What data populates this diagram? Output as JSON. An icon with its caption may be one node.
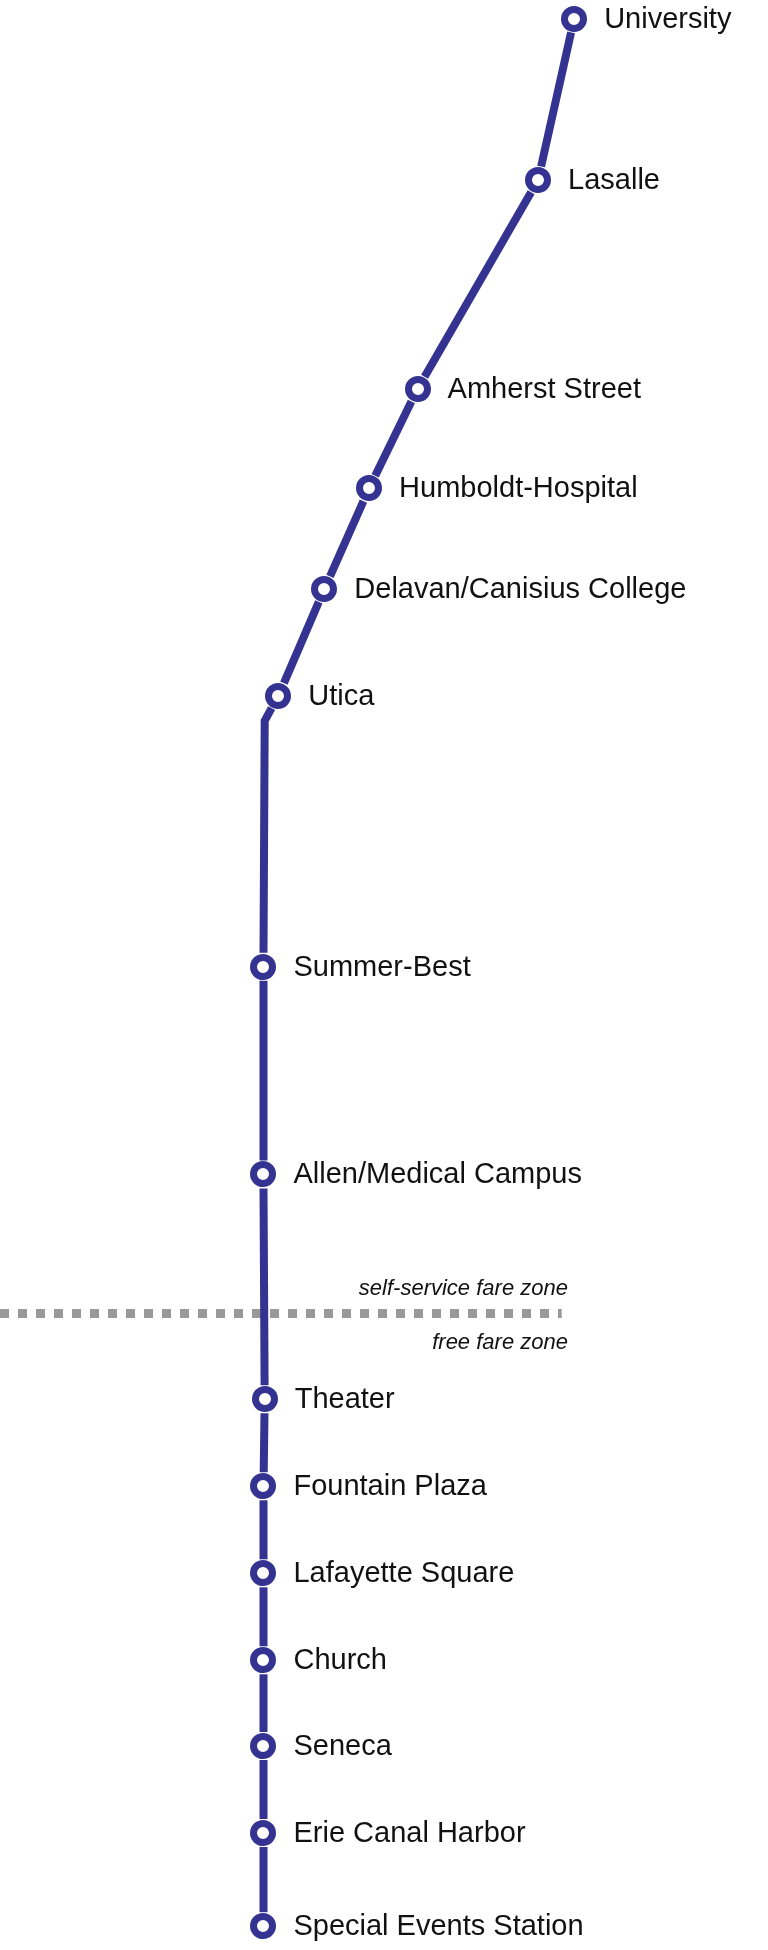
{
  "diagram": {
    "nodes": [
      {
        "text": [],
        "shape": "circle",
        "beside": [
          "University"
        ]
      },
      {
        "text": [],
        "shape": "circle",
        "beside": [
          "Lasalle"
        ]
      },
      {
        "text": [],
        "shape": "circle",
        "beside": [
          "Amherst Street"
        ]
      },
      {
        "text": [],
        "shape": "circle",
        "beside": [
          "Humboldt-Hospital"
        ]
      },
      {
        "text": [],
        "shape": "circle",
        "beside": [
          "Delavan/Canisius College"
        ]
      },
      {
        "text": [],
        "shape": "circle",
        "beside": [
          "Utica"
        ]
      },
      {
        "text": [],
        "shape": "circle",
        "beside": [
          "Summer-Best"
        ]
      },
      {
        "text": [],
        "shape": "circle",
        "beside": [
          "Allen/Medical Campus"
        ]
      },
      {
        "text": [],
        "shape": "circle",
        "beside": [
          "Theater"
        ]
      },
      {
        "text": [],
        "shape": "circle",
        "beside": [
          "Fountain Plaza"
        ]
      },
      {
        "text": [],
        "shape": "circle",
        "beside": [
          "Lafayette Square"
        ]
      },
      {
        "text": [],
        "shape": "circle",
        "beside": [
          "Church"
        ]
      },
      {
        "text": [],
        "shape": "circle",
        "beside": [
          "Seneca"
        ]
      },
      {
        "text": [],
        "shape": "circle",
        "beside": [
          "Erie Canal Harbor"
        ]
      },
      {
        "text": [],
        "shape": "circle",
        "beside": [
          "Special Events Station"
        ]
      }
    ],
    "edges": [
      {
        "from": 0,
        "to": 1,
        "arrow": "none"
      },
      {
        "from": 1,
        "to": 2,
        "arrow": "none"
      },
      {
        "from": 2,
        "to": 3,
        "arrow": "none"
      },
      {
        "from": 3,
        "to": 4,
        "arrow": "none"
      },
      {
        "from": 4,
        "to": 5,
        "arrow": "none"
      },
      {
        "from": 5,
        "to": 6,
        "arrow": "none"
      },
      {
        "from": 6,
        "to": 7,
        "arrow": "none"
      },
      {
        "from": 7,
        "to": 8,
        "arrow": "none"
      },
      {
        "from": 8,
        "to": 9,
        "arrow": "none"
      },
      {
        "from": 9,
        "to": 10,
        "arrow": "none"
      },
      {
        "from": 10,
        "to": 11,
        "arrow": "none"
      },
      {
        "from": 11,
        "to": 12,
        "arrow": "none"
      },
      {
        "from": 12,
        "to": 13,
        "arrow": "none"
      },
      {
        "from": 13,
        "to": 14,
        "arrow": "none"
      }
    ],
    "labels": [
      "self-service fare zone",
      "free fare zone"
    ]
  }
}
